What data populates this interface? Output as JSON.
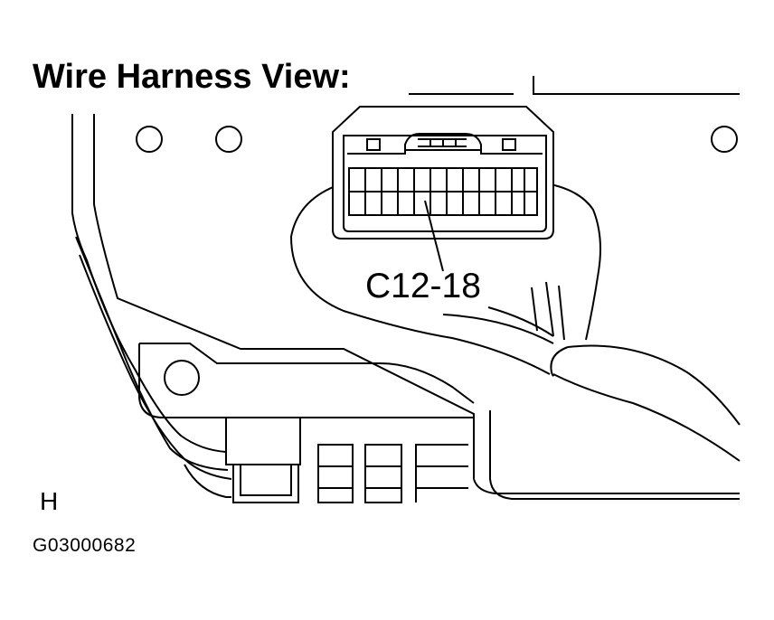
{
  "diagram": {
    "title": "Wire Harness View:",
    "connector_callout": "C12-18",
    "view_letter": "H",
    "figure_code": "G03000682"
  },
  "colors": {
    "stroke": "#000000",
    "background": "#ffffff"
  }
}
